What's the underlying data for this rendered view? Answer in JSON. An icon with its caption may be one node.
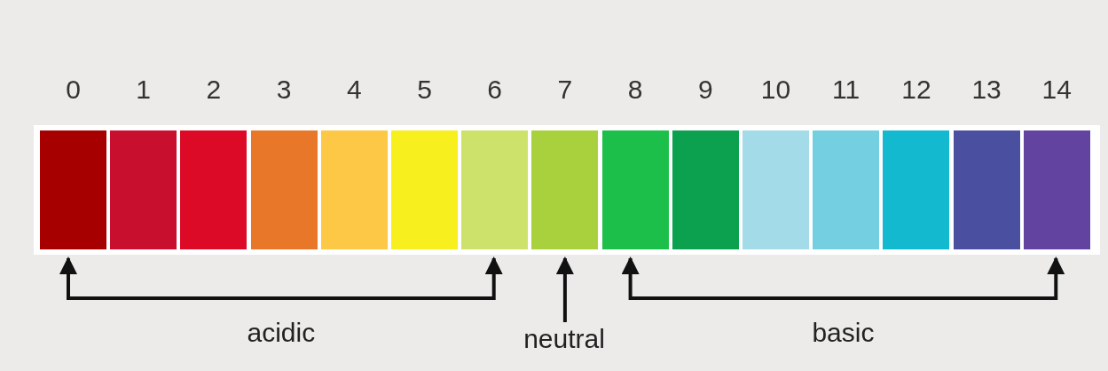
{
  "diagram": {
    "nodes": [
      {
        "text": [
          "0"
        ]
      },
      {
        "text": [
          "1"
        ]
      },
      {
        "text": [
          "2"
        ]
      },
      {
        "text": [
          "3"
        ]
      },
      {
        "text": [
          "4"
        ]
      },
      {
        "text": [
          "5"
        ]
      },
      {
        "text": [
          "6"
        ]
      },
      {
        "text": [
          "7"
        ]
      },
      {
        "text": [
          "8"
        ]
      },
      {
        "text": [
          "9"
        ]
      },
      {
        "text": [
          "10"
        ]
      },
      {
        "text": [
          "11"
        ]
      },
      {
        "text": [
          "12"
        ]
      },
      {
        "text": [
          "13"
        ]
      },
      {
        "text": [
          "14"
        ]
      },
      {
        "text": [
          "neutral"
        ]
      }
    ],
    "edges": [
      {
        "from": 0,
        "to": 6,
        "arrow": "both",
        "label": "acidic"
      },
      {
        "from": 15,
        "to": 7,
        "arrow": "to"
      },
      {
        "from": 8,
        "to": 14,
        "arrow": "both",
        "label": "basic"
      }
    ]
  }
}
